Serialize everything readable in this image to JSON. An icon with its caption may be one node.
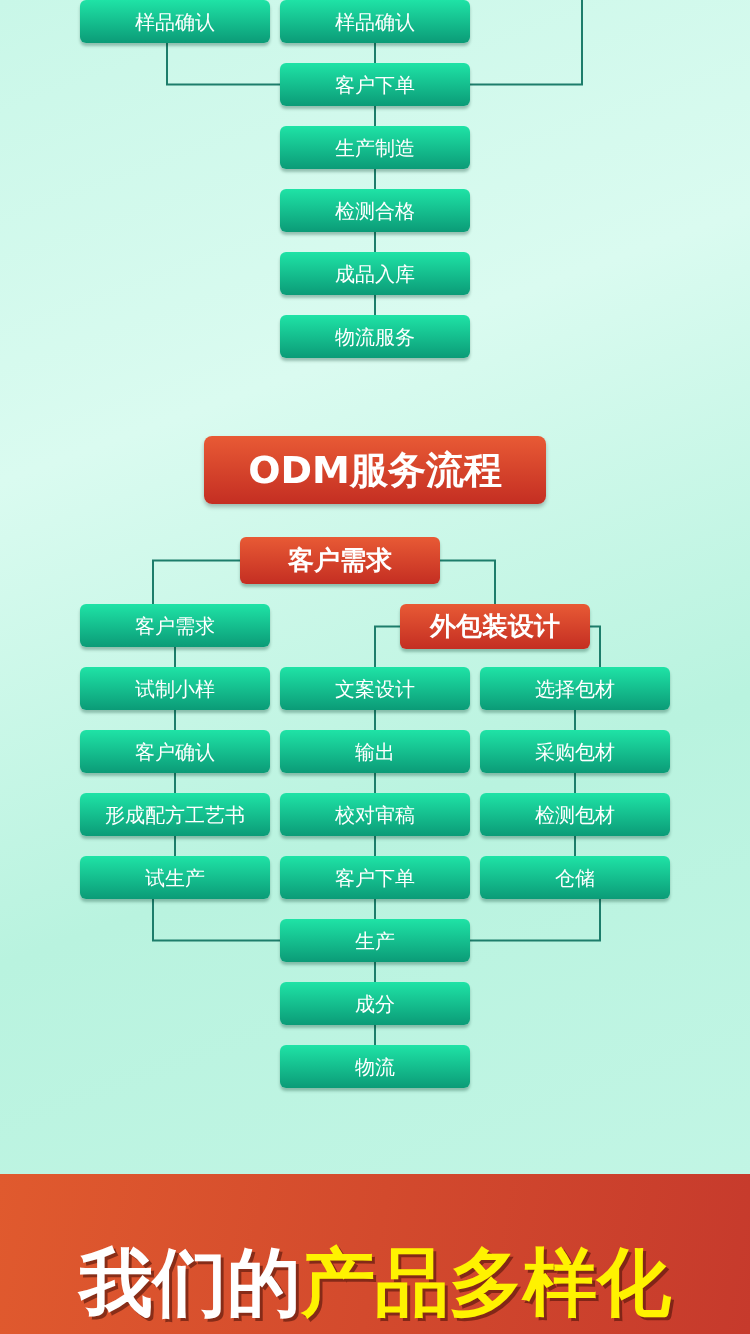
{
  "diagram": {
    "title": "ODM服务流程",
    "nodes": [
      {
        "text": [
          "样品确认"
        ]
      },
      {
        "text": [
          "样品确认"
        ]
      },
      {
        "text": [
          "客户下单"
        ]
      },
      {
        "text": [
          "生产制造"
        ]
      },
      {
        "text": [
          "检测合格"
        ]
      },
      {
        "text": [
          "成品入库"
        ]
      },
      {
        "text": [
          "物流服务"
        ]
      },
      {
        "text": [
          "客户需求"
        ]
      },
      {
        "text": [
          "客户需求"
        ]
      },
      {
        "text": [
          "外包装设计"
        ]
      },
      {
        "text": [
          "试制小样"
        ]
      },
      {
        "text": [
          "客户确认"
        ]
      },
      {
        "text": [
          "形成配方工艺书"
        ]
      },
      {
        "text": [
          "试生产"
        ]
      },
      {
        "text": [
          "文案设计"
        ]
      },
      {
        "text": [
          "输出"
        ]
      },
      {
        "text": [
          "校对审稿"
        ]
      },
      {
        "text": [
          "客户下单"
        ]
      },
      {
        "text": [
          "选择包材"
        ]
      },
      {
        "text": [
          "采购包材"
        ]
      },
      {
        "text": [
          "检测包材"
        ]
      },
      {
        "text": [
          "仓储"
        ]
      },
      {
        "text": [
          "生产"
        ]
      },
      {
        "text": [
          "成分"
        ]
      },
      {
        "text": [
          "物流"
        ]
      }
    ],
    "edges": [
      {
        "from": 0,
        "to": 2,
        "arrow": "none"
      },
      {
        "from": 1,
        "to": 2,
        "arrow": "none"
      },
      {
        "from": null,
        "to": 2,
        "arrow": "none"
      },
      {
        "from": 2,
        "to": 3,
        "arrow": "none"
      },
      {
        "from": 3,
        "to": 4,
        "arrow": "none"
      },
      {
        "from": 4,
        "to": 5,
        "arrow": "none"
      },
      {
        "from": 5,
        "to": 6,
        "arrow": "none"
      },
      {
        "from": 7,
        "to": 8,
        "arrow": "none"
      },
      {
        "from": 7,
        "to": 9,
        "arrow": "none"
      },
      {
        "from": 8,
        "to": 10,
        "arrow": "none"
      },
      {
        "from": 10,
        "to": 11,
        "arrow": "none"
      },
      {
        "from": 11,
        "to": 12,
        "arrow": "none"
      },
      {
        "from": 12,
        "to": 13,
        "arrow": "none"
      },
      {
        "from": 13,
        "to": 22,
        "arrow": "none"
      },
      {
        "from": 9,
        "to": 14,
        "arrow": "none"
      },
      {
        "from": 9,
        "to": 18,
        "arrow": "none"
      },
      {
        "from": 14,
        "to": 15,
        "arrow": "none"
      },
      {
        "from": 15,
        "to": 16,
        "arrow": "none"
      },
      {
        "from": 16,
        "to": 17,
        "arrow": "none"
      },
      {
        "from": 17,
        "to": 22,
        "arrow": "none"
      },
      {
        "from": 18,
        "to": 19,
        "arrow": "none"
      },
      {
        "from": 19,
        "to": 20,
        "arrow": "none"
      },
      {
        "from": 20,
        "to": 21,
        "arrow": "none"
      },
      {
        "from": 21,
        "to": 22,
        "arrow": "none"
      },
      {
        "from": 22,
        "to": 23,
        "arrow": "none"
      },
      {
        "from": 23,
        "to": 24,
        "arrow": "none"
      }
    ],
    "labels": [
      "我们的",
      "产品多样化"
    ]
  }
}
